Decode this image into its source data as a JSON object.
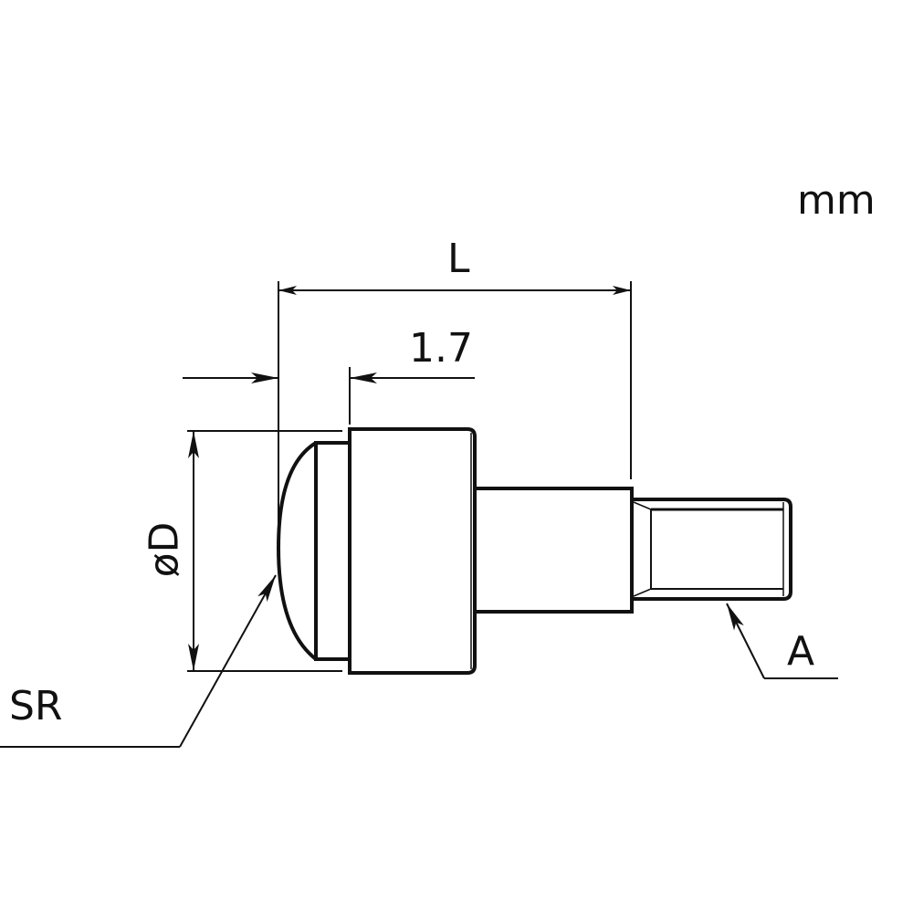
{
  "unit": "mm",
  "dimensions": {
    "length": "L",
    "offset": "1.7",
    "diameter": "øD",
    "sphere_radius": "SR",
    "thread": "A"
  },
  "colors": {
    "line": "#111111",
    "background": "#ffffff"
  }
}
